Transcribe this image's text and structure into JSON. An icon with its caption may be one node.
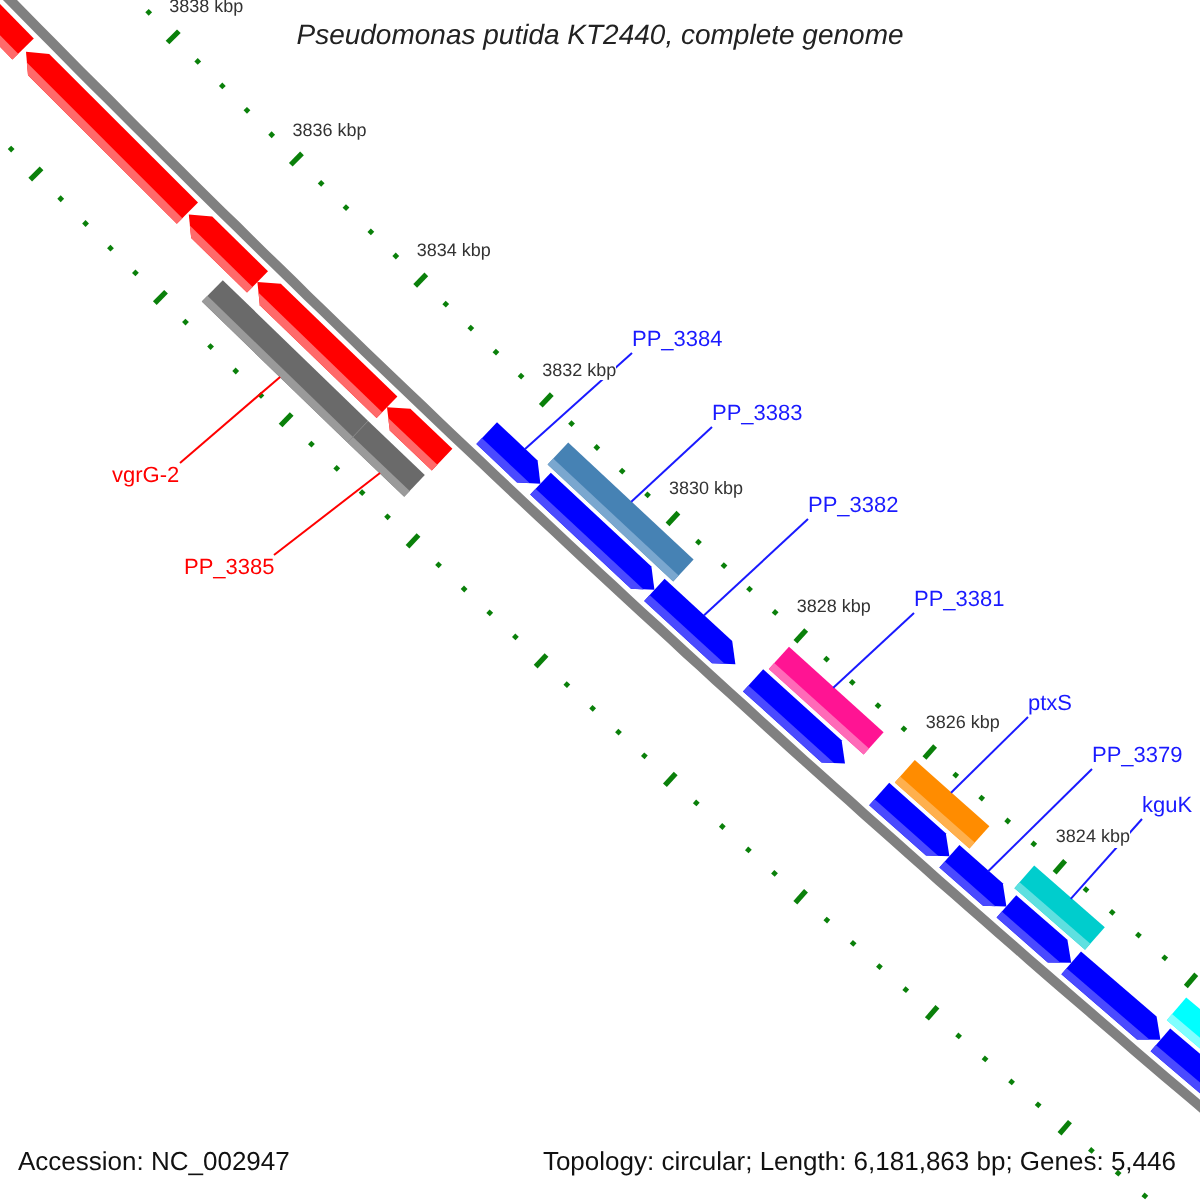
{
  "diagram": {
    "title": "Pseudomonas putida KT2440, complete genome",
    "nodes": [
      {
        "text": [
          "PP_3384"
        ]
      },
      {
        "text": [
          "PP_3383"
        ]
      },
      {
        "text": [
          "vgrG-2"
        ]
      },
      {
        "text": [
          "PP_3382"
        ]
      },
      {
        "text": [
          "PP_3385"
        ]
      },
      {
        "text": [
          "PP_3381"
        ]
      },
      {
        "text": [
          "ptxS"
        ]
      },
      {
        "text": [
          "PP_3379"
        ]
      },
      {
        "text": [
          "kguK"
        ]
      },
      {
        "text": [],
        "shape": "arrow"
      },
      {
        "text": [],
        "shape": "arrow"
      },
      {
        "text": [],
        "shape": "arrow"
      },
      {
        "text": [],
        "shape": "arrow"
      },
      {
        "text": [],
        "shape": "arrow"
      },
      {
        "text": [],
        "shape": "bar"
      },
      {
        "text": [],
        "shape": "bar"
      },
      {
        "text": [],
        "shape": "arrow"
      },
      {
        "text": [],
        "shape": "arrow"
      },
      {
        "text": [],
        "shape": "arrow"
      },
      {
        "text": [],
        "shape": "arrow"
      },
      {
        "text": [],
        "shape": "arrow"
      },
      {
        "text": [],
        "shape": "arrow"
      },
      {
        "text": [],
        "shape": "arrow"
      },
      {
        "text": [],
        "shape": "arrow"
      },
      {
        "text": [],
        "shape": "arrow"
      },
      {
        "text": [],
        "shape": "bar"
      },
      {
        "text": [],
        "shape": "bar"
      },
      {
        "text": [],
        "shape": "bar"
      },
      {
        "text": [],
        "shape": "bar"
      },
      {
        "text": [],
        "shape": "bar"
      }
    ],
    "edges": [
      {
        "from": 0,
        "to": 16,
        "arrow": "none"
      },
      {
        "from": 1,
        "to": 25,
        "arrow": "none"
      },
      {
        "from": 2,
        "to": 14,
        "arrow": "none",
        "color": "#ff0000"
      },
      {
        "from": 3,
        "to": 18,
        "arrow": "none"
      },
      {
        "from": 4,
        "to": 15,
        "arrow": "none",
        "color": "#ff0000"
      },
      {
        "from": 5,
        "to": 26,
        "arrow": "none"
      },
      {
        "from": 6,
        "to": 27,
        "arrow": "none"
      },
      {
        "from": 7,
        "to": 21,
        "arrow": "none"
      },
      {
        "from": 8,
        "to": 28,
        "arrow": "none"
      }
    ],
    "labels": [
      "3838 kbp",
      "3836 kbp",
      "3834 kbp",
      "3832 kbp",
      "3830 kbp",
      "3828 kbp",
      "3826 kbp",
      "3824 kbp",
      "Accession: NC_002947",
      "Topology: circular; Length: 6,181,863 bp; Genes: 5,446"
    ]
  }
}
